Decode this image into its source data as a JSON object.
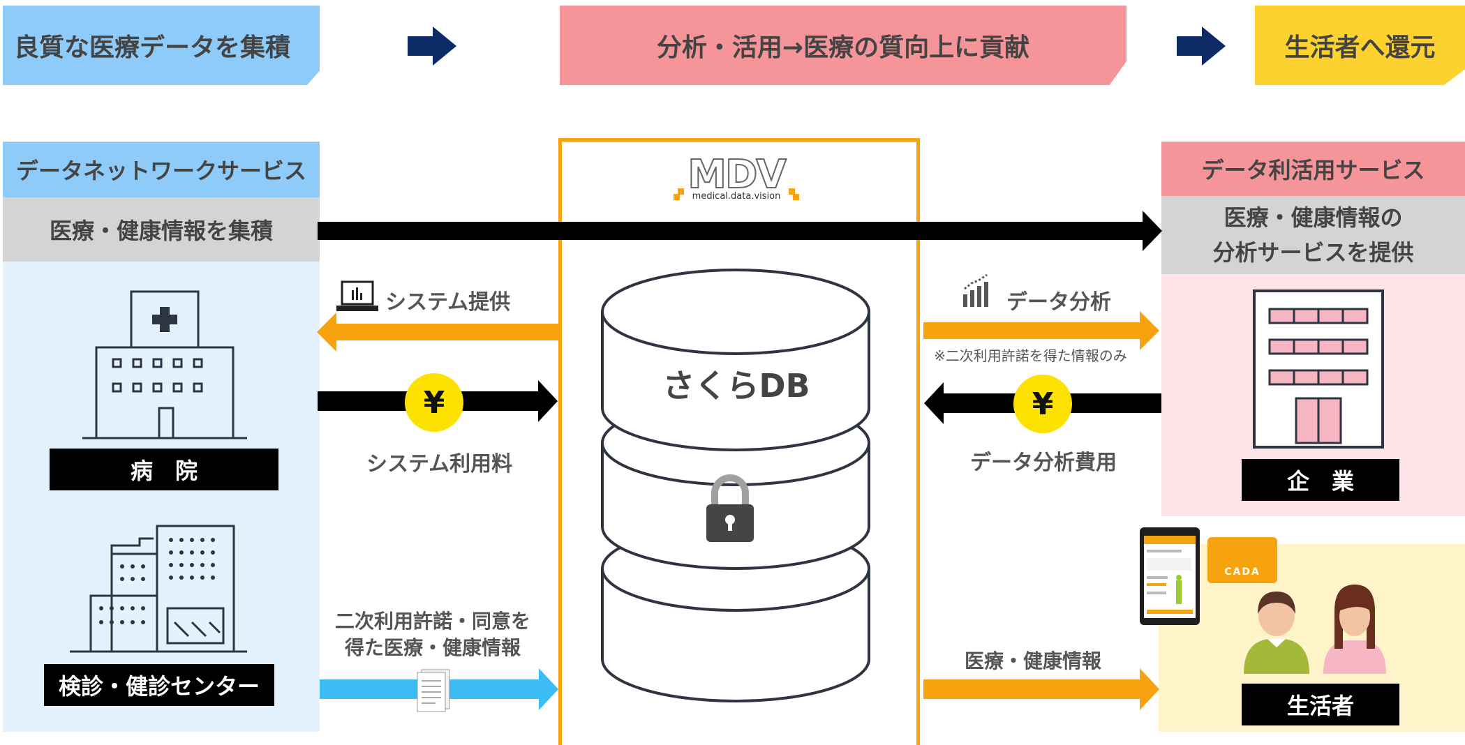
{
  "banners": {
    "collect": "良質な医療データを集積",
    "analyze": "分析・活用→医療の質向上に貢献",
    "return": "生活者へ還元"
  },
  "left": {
    "header": "データネットワークサービス",
    "subheader": "医療・健康情報を集積",
    "hospital_label": "病　院",
    "checkup_label": "検診・健診センター"
  },
  "right": {
    "header": "データ利活用サービス",
    "subheader_line1": "医療・健康情報の",
    "subheader_line2": "分析サービスを提供",
    "company_label": "企　業",
    "consumer_label": "生活者",
    "card_text": "CADA"
  },
  "center": {
    "logo_text": "MDV",
    "logo_sub": "medical.data.vision",
    "db_label": "さくらDB"
  },
  "flows": {
    "system_provide": "システム提供",
    "system_fee": "システム利用料",
    "consent_line1": "二次利用許諾・同意を",
    "consent_line2": "得た医療・健康情報",
    "data_analysis": "データ分析",
    "data_note": "※二次利用許諾を得た情報のみ",
    "analysis_fee": "データ分析費用",
    "health_info": "医療・健康情報",
    "yen": "¥"
  },
  "colors": {
    "blue": "#8ecbf8",
    "pink": "#f5959a",
    "yellow": "#fdd22e",
    "orange": "#f7a20f",
    "navy": "#0c2a63",
    "cyan": "#3cbcf5"
  }
}
